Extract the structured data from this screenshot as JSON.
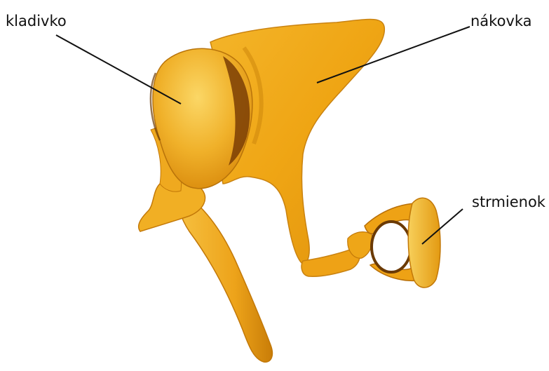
{
  "labels": {
    "malleus": "kladivko",
    "incus": "nákovka",
    "stapes": "strmienok"
  },
  "colors": {
    "bone_light": "#f7c64a",
    "bone_mid": "#efa514",
    "bone_dark": "#c97d08",
    "bone_shadow": "#7a3d05",
    "leader_line": "#111111",
    "background": "#ffffff"
  }
}
